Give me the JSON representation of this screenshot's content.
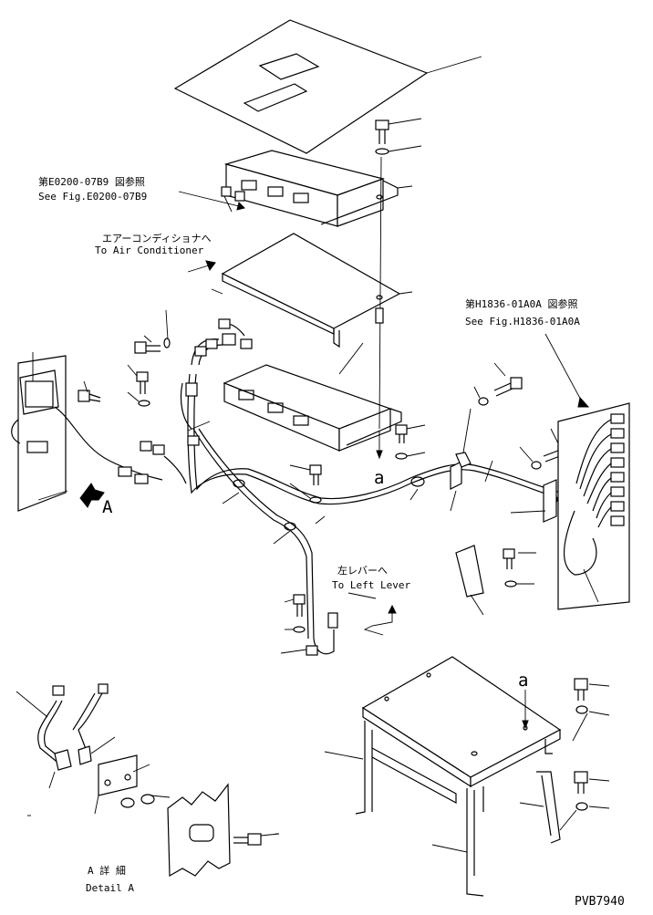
{
  "annotations": {
    "ref_e0200_jp": "第E0200-07B9 図参照",
    "ref_e0200_en": "See Fig.E0200-07B9",
    "air_cond_jp": "エアーコンディショナへ",
    "air_cond_en": "To Air Conditioner",
    "ref_h1836_jp": "第H1836-01A0A 図参照",
    "ref_h1836_en": "See Fig.H1836-01A0A",
    "left_lever_jp": "左レバーへ",
    "left_lever_en": "To Left Lever",
    "view_a": "A",
    "point_a_upper": "a",
    "point_a_lower": "a",
    "detail_jp": "A 詳 細",
    "detail_en": "Detail A",
    "drawing_code": "PVB7940"
  },
  "colors": {
    "ink": "#000000",
    "paper": "#ffffff"
  }
}
